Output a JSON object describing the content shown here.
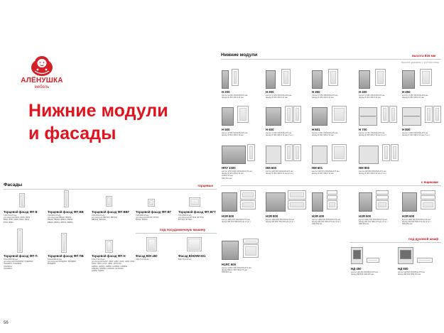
{
  "logo": {
    "brand": "АЛЁНУШКА",
    "sub": "мебель"
  },
  "title_line1": "Нижние модули",
  "title_line2": "и фасады",
  "page_number": "56",
  "bottom_modules": {
    "header": "Нижние модули",
    "height_tag": "высота 816 мм",
    "height_note": "высота указана с учётом опор",
    "sink_tag": "с ящиками",
    "oven_tag": "под духовой шкаф",
    "row1": [
      {
        "label": "Н 200",
        "desc": "корпус H 200  200х816х470 мм\nфасад Ф 200  196х712 мм"
      },
      {
        "label": "Н 300",
        "desc": "корпус H 300  300х816х470 мм\nфасад Ф 300  296х712 мм"
      },
      {
        "label": "Н 350",
        "desc": "корпус H 350  350х816х470 мм\nфасад Ф 350  346х712 мм"
      },
      {
        "label": "Н 400",
        "desc": "корпус H 400  400х816х470 мм\nфасад Ф 400  396х712 мм"
      },
      {
        "label": "Н 450",
        "desc": "корпус H 450  450х816х470 мм\nфасад Ф 450  446х712 мм"
      }
    ],
    "row2": [
      {
        "label": "Н 500",
        "desc": "корпус H 500  500х816х470 мм\nфасад Ф 500  496х712 мм"
      },
      {
        "label": "Н 600",
        "desc": "корпус H 600  600х816х470 мм\nфасад Ф 300  296х712 мм (2 шт.)"
      },
      {
        "label": "Н 601",
        "desc": "корпус H 601  600х816х470 мм\nфасад Ф 601  596х712 мм"
      },
      {
        "label": "Н 700",
        "desc": "корпус H 700  700х816х470 мм\nфасад Ф 350  346х712 мм (2 шт.)"
      },
      {
        "label": "Н 800",
        "desc": "корпус H 800  800х816х470 мм\nфасад Ф 400  396х712 мм (2 шт.)"
      }
    ],
    "row3": [
      {
        "label": "НПУ 1000",
        "desc": "корпус НПУ 1000 1000х816х470 мм\nфасад Ф 300  296х712 мм\n1000х716 мм\n594х712 мм"
      },
      {
        "label": "НМ 600",
        "desc": "корпус НМ 600  600х816х470 мм\nфасад Ф 300  296х712 мм (2 шт.)"
      },
      {
        "label": "НМ 601",
        "desc": "корпус НМ 601  600х816х470 мм\nфасад Ф 601  596х712 мм"
      },
      {
        "label": "НМ 800",
        "desc": "корпус НМ 800  800х816х470 мм\nфасад Ф 400  396х712 мм (2 шт.)"
      }
    ],
    "row4": [
      {
        "label": "НЗЯ 600",
        "desc": "корпус НЗЯ 600  600х816х470 мм\nфасад ФЯ 600  596х234 мм (2 шт.)"
      },
      {
        "label": "НЗЯ 800",
        "desc": "корпус НЗЯ 800  800х816х470 мм\nфасад ФЯ 800  796х234 мм (2 шт.)"
      },
      {
        "label": "НЗЯ 400",
        "desc": "корпус НЗЯ 400  400х816х470 мм\nфасад ФЯ 400  396х175 мм (2 шт.)\n396х354 мм"
      },
      {
        "label": "НЗЯ 500",
        "desc": "корпус НЗЯ 500  500х816х470 мм\nфасад ФЯ 500  496х175 мм (2 шт.)\n496х354 мм"
      },
      {
        "label": "НЗЯ 600",
        "desc": "корпус НЗЯ 600  600х816х470 мм\nфасад ФЯ 600  596х175 мм (2 шт.)\n596х354 мм"
      }
    ],
    "row5": [
      {
        "label": "Н1ЯС 600",
        "desc": "корпус Н1ЯС 600  600х816х470 мм\nфасад ФЯ1С 600  596х175 мм\n596х510 мм"
      },
      {
        "label": "НД 450",
        "desc": "корпус НД 450  450х816х470 мм\nфасад ФД 450  446х115 мм"
      },
      {
        "label": "НД 600",
        "desc": "корпус НД 600  600х816х470 мм\nфасад ФД 600  596х115 мм"
      }
    ]
  },
  "facades": {
    "header": "Фасады",
    "tag_end": "торцевые",
    "tag_dishwasher": "под посудомоечную машину",
    "row1": [
      {
        "label": "Торцевой фасад ФП В",
        "desc": "310х716х16 мм\nдля модулей В200, В300, В350\nВ400, В450, В500, В600, В601\nВ700, В800"
      },
      {
        "label": "Торцевой фасад ФП ВВ",
        "desc": "310х920х16 мм\nдля модулей ВВ300, ВВ350\nВВ400, ВВ450, ВВ500, ВВ550\nВВ600, ВВ601, ВВ700, ВВ800"
      },
      {
        "label": "Торцевой фасад ФП ВВГ",
        "desc": "310х460х16 мм\nдля модулей ВВГ500, ВВГ600\nВВГ601, ВВГ800"
      },
      {
        "label": "Торцевой фасад ФП ВГ",
        "desc": "310х358х16 мм\nдля модулей ВГ450, ВГ500\nВГ600, ВГ800"
      },
      {
        "label": "Торцевой фасад ФП ВГТ",
        "desc": "574х358х16 мм\nдля модулей ВГТ450, ВГТ500\nВГТ600, ВГТ800"
      }
    ],
    "row2": [
      {
        "label": "Торцевой фасад ФП П",
        "desc": "574х2345х16 мм\nдля модулей П1ШЯ500, П2ШЯ600\nП1ШЯ601, П1ШЯ800\nП1ШЯ601\nП1ШЯ601"
      },
      {
        "label": "Торцевой фасад ФП ПВ",
        "desc": "574х2345х16 мм\nдля модулей ВП2Д600, ВП2Д800\nВП2Д600"
      },
      {
        "label": "Торцевой фасад ФП Н",
        "desc": "574х774х16 мм\nдля модулей Н200, Н300, Н350, Н400, Н450, Н500\nН600, Н601, Н700, Н800, НПУ1000\nНМ600, НМ601, НМ800, НЗЯ600, НЗЯ800\nНЗЯ400, НЗЯ500, НЗЯ600, Н1ЯС600\nНД450, НД600"
      },
      {
        "label": "Фасад В/Н 450",
        "desc": "446х712х16 мм"
      },
      {
        "label": "Фасад В/Н/НМ 601",
        "desc": "596х712х16 мм"
      }
    ]
  },
  "colors": {
    "accent_red": "#e0141e",
    "tag_red": "#c0161d",
    "rule": "#c9c9c9"
  }
}
